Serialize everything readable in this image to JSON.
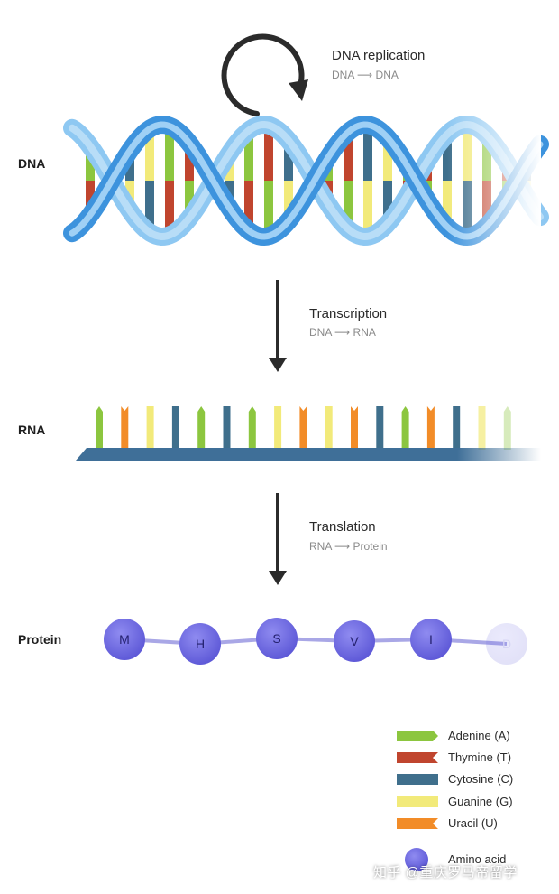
{
  "labels": {
    "dna": "DNA",
    "rna": "RNA",
    "protein": "Protein"
  },
  "steps": {
    "replication": {
      "title": "DNA replication",
      "sub": "DNA ⟶ DNA"
    },
    "transcription": {
      "title": "Transcription",
      "sub": "DNA ⟶ RNA"
    },
    "translation": {
      "title": "Translation",
      "sub": "RNA ⟶ Protein"
    }
  },
  "protein_chain": [
    "M",
    "H",
    "S",
    "V",
    "I",
    "D"
  ],
  "rna_bases": [
    "A",
    "U",
    "G",
    "C",
    "A",
    "C",
    "A",
    "G",
    "U",
    "G",
    "U",
    "C",
    "A",
    "U",
    "C",
    "G",
    "A"
  ],
  "legend": [
    {
      "label": "Adenine (A)",
      "color": "#8cc63f",
      "shape": "arrow"
    },
    {
      "label": "Thymine (T)",
      "color": "#c0452e",
      "shape": "notch"
    },
    {
      "label": "Cytosine (C)",
      "color": "#3f6f8c",
      "shape": "rect"
    },
    {
      "label": "Guanine (G)",
      "color": "#f2ea7a",
      "shape": "rect"
    },
    {
      "label": "Uracil (U)",
      "color": "#f28c28",
      "shape": "notch"
    },
    {
      "label": "Amino acid",
      "color": "#6b66e0",
      "shape": "circle"
    }
  ],
  "colors": {
    "helix_light": "#8ec8f2",
    "helix_dark": "#3d93dd",
    "arrow": "#2b2b2b",
    "rna_backbone": "#3f6f98",
    "amino": "#6b66e0",
    "link": "#a9a7e6"
  },
  "watermark": "知乎 @重庆罗马帝留学"
}
